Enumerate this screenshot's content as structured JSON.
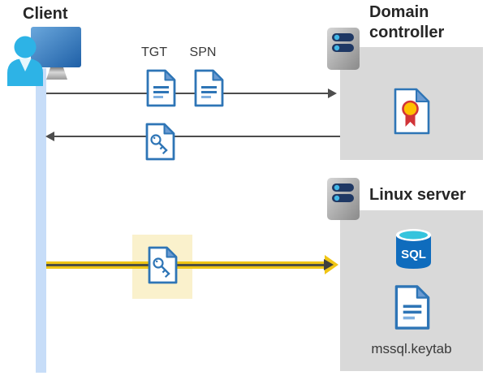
{
  "diagram": {
    "client": {
      "label": "Client"
    },
    "tickets": {
      "tgt": "TGT",
      "spn": "SPN"
    },
    "domain_controller": {
      "title": "Domain controller"
    },
    "linux_server": {
      "title": "Linux server",
      "sql_badge": "SQL",
      "keytab_filename": "mssql.keytab"
    }
  },
  "icons": {
    "client-icon": "monitor with user silhouette",
    "server-icon": "gray server tower with two indicator switches",
    "document-icon": "document with folded corner and text lines",
    "key-document-icon": "document with key glyph",
    "certificate-icon": "document with award seal and ribbon",
    "sql-database-icon": "blue database cylinder labeled SQL"
  },
  "colors": {
    "doc-blue": "#2E75B6",
    "doc-fold": "#6B9BD2",
    "doc-line-light": "#7FB0E0",
    "client-bar": "#C7DDF8",
    "person-cyan": "#2DB3E6",
    "panel-gray": "#D9D9D9",
    "highlight-yellow": "#FAF1CC",
    "arrow-dark": "#4D4D4D",
    "arrow-gold": "#F0C514",
    "arrow-core": "#4F4F41",
    "server-pill-navy": "#1F3864",
    "server-dot-cyan": "#41B6E6",
    "sql-blue": "#0F6CBD",
    "sql-top-cyan": "#35C4DD",
    "cert-gold": "#FFC000",
    "cert-red": "#D13438",
    "title-text": "#262626",
    "label-text": "#3A3A3A"
  }
}
